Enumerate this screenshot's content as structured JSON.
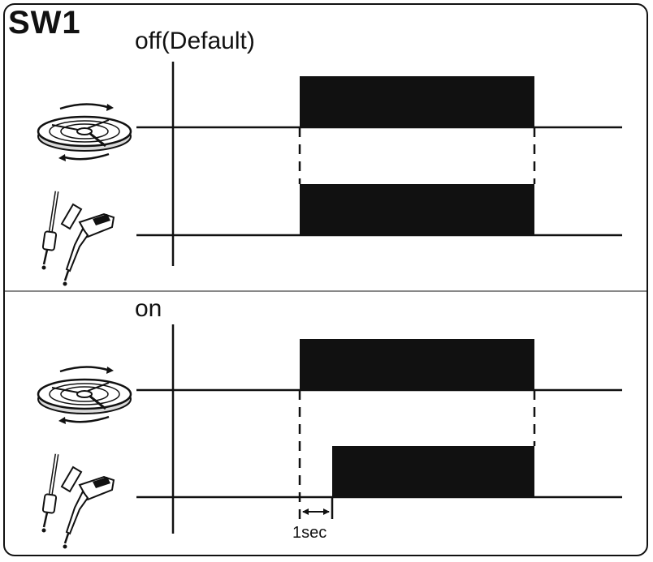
{
  "title": "SW1",
  "sections": [
    {
      "label": "off(Default)"
    },
    {
      "label": "on"
    }
  ],
  "delay_label": "1sec",
  "icons": [
    "turntable-icon",
    "welding-torch-icon"
  ],
  "colors": {
    "ink": "#111111",
    "background": "#ffffff"
  }
}
